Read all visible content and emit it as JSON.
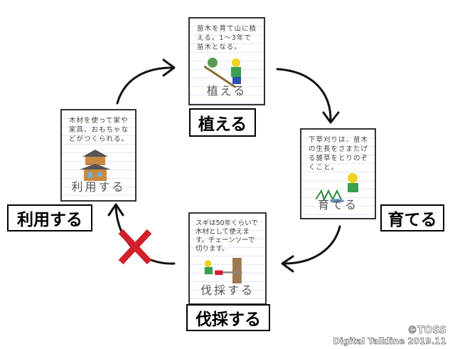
{
  "steps": [
    {
      "label": "植える",
      "card_text": "苗木を育て山に植える。1〜3年で苗木となる。",
      "card_caption": "植える"
    },
    {
      "label": "育てる",
      "card_text": "下草刈りは、苗木の生長をさまたげる雑草をとりのぞくこと。",
      "card_caption": "育てる"
    },
    {
      "label": "伐採する",
      "card_text": "スギは50年くらいで木材として使えます。チェーンソーで切ります。",
      "card_caption": "伐採する"
    },
    {
      "label": "利用する",
      "card_text": "木材を使って家や家具、おもちゃなどがつくられる。",
      "card_caption": "利用する"
    }
  ],
  "colors": {
    "arrow": "#111111",
    "cross": "#d0202a"
  },
  "copyright": {
    "line1": "©TOSS",
    "line2": "Digital Talkline 2019.11"
  }
}
